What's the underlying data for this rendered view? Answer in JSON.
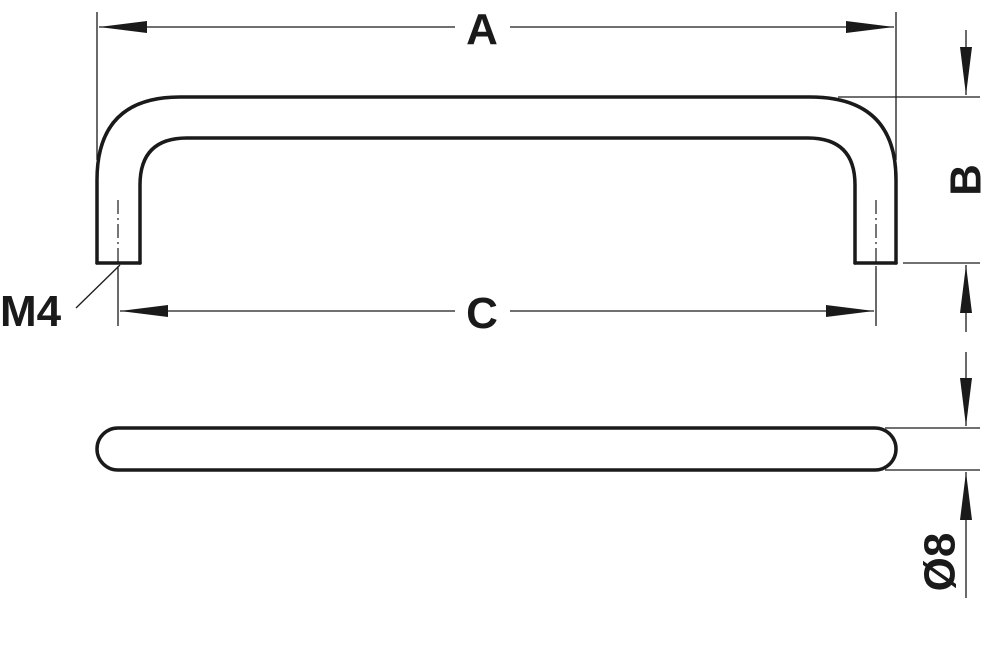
{
  "dimensions": {
    "a": "A",
    "b": "B",
    "c": "C",
    "thread": "M4",
    "diameter": "Ø8"
  },
  "colors": {
    "line": "#1a1a1a",
    "background": "#ffffff"
  }
}
